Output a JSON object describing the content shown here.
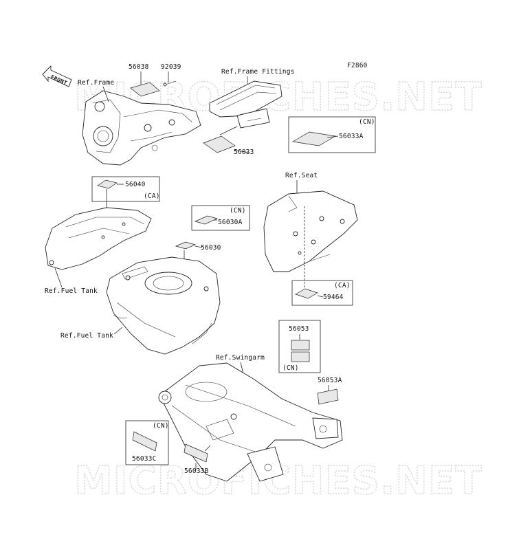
{
  "figure_code": "F2860",
  "watermark": "MICROFICHES.NET",
  "front_label": "FRONT",
  "refs": {
    "frame": "Ref.Frame",
    "frame_fittings": "Ref.Frame Fittings",
    "seat": "Ref.Seat",
    "fuel_tank_1": "Ref.Fuel Tank",
    "fuel_tank_2": "Ref.Fuel Tank",
    "swingarm": "Ref.Swingarm"
  },
  "parts": {
    "p56038": "56038",
    "p92039": "92039",
    "p56033": "56033",
    "p56033A": "56033A",
    "p56040": "56040",
    "p56030A": "56030A",
    "p56030": "56030",
    "p59464": "59464",
    "p56053": "56053",
    "p56053A": "56053A",
    "p56033C": "56033C",
    "p56033B": "56033B"
  },
  "market_codes": {
    "cn_56033A": "(CN)",
    "ca_56040": "(CA)",
    "cn_56030A": "(CN)",
    "ca_59464": "(CA)",
    "cn_56053": "(CN)",
    "cn_56033C": "(CN)"
  }
}
